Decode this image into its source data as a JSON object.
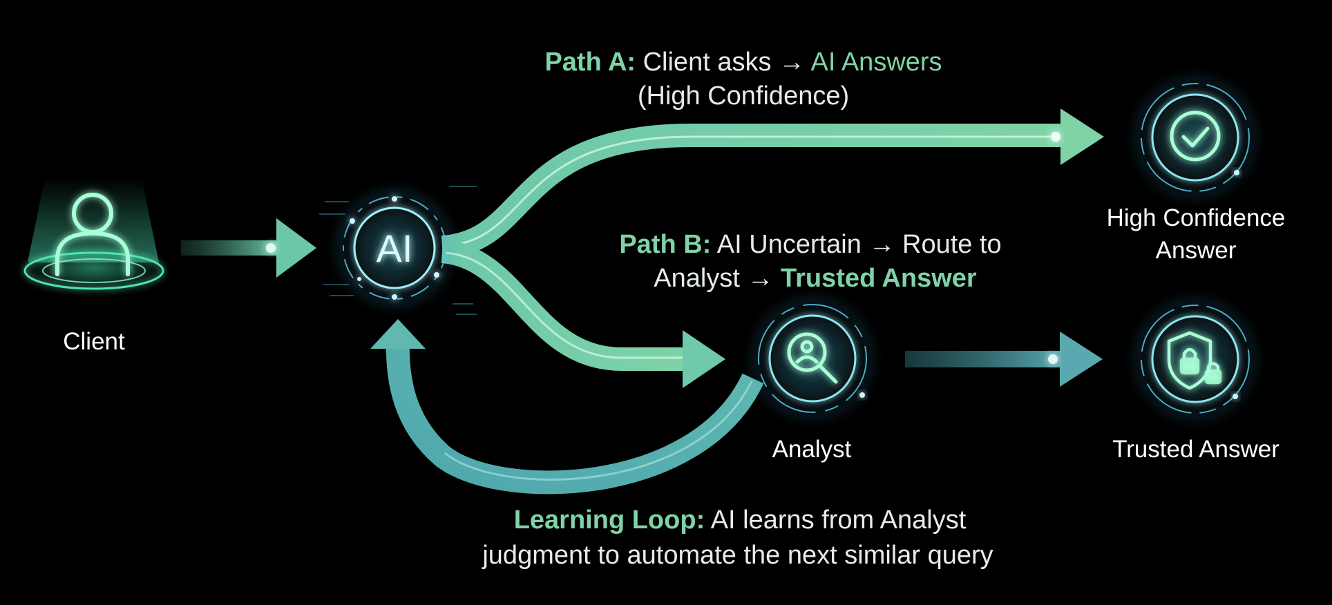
{
  "nodes": {
    "client": {
      "label": "Client",
      "icon": "user-icon"
    },
    "ai": {
      "label": "AI",
      "icon": "ai-core-icon"
    },
    "analyst": {
      "label": "Analyst",
      "icon": "magnifier-user-icon"
    },
    "high_confidence": {
      "label_line1": "High Confidence",
      "label_line2": "Answer",
      "icon": "checkmark-icon"
    },
    "trusted": {
      "label": "Trusted Answer",
      "icon": "shield-lock-icon"
    }
  },
  "captions": {
    "path_a": {
      "prefix": "Path A:",
      "middle": " Client asks → ",
      "highlight": "AI Answers",
      "line2": "(High Confidence)"
    },
    "path_b": {
      "prefix": "Path B:",
      "line1_rest": " AI Uncertain → Route to",
      "line2_plain": "Analyst → ",
      "line2_highlight": "Trusted Answer"
    },
    "learning_loop": {
      "prefix": "Learning Loop:",
      "line1_rest": " AI learns from Analyst",
      "line2": "judgment to automate the next similar query"
    }
  },
  "colors": {
    "background": "#000000",
    "accent_green": "#7fd3a7",
    "flow_teal": "#5fb8a8",
    "glow_cyan": "#7fe8ff",
    "label_white": "#ffffff"
  }
}
